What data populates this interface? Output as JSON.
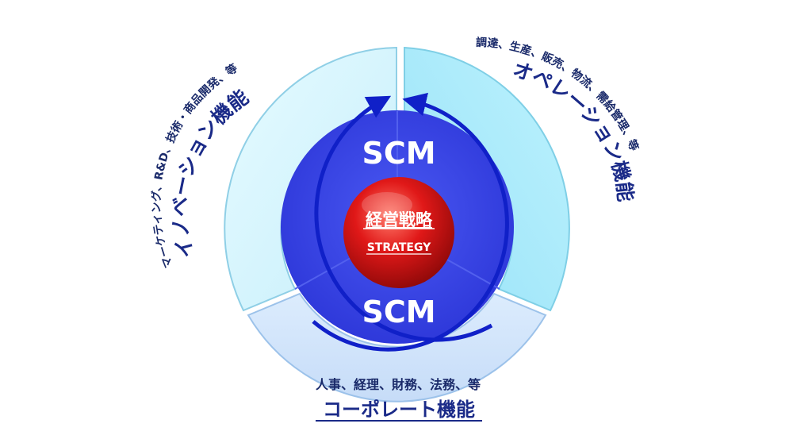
{
  "center": {
    "title": "経営戦略",
    "subtitle": "STRATEGY"
  },
  "inner": {
    "top_label": "SCM",
    "bottom_label": "SCM"
  },
  "segments": {
    "innovation": {
      "title": "イノベーション機能",
      "detail": "マーケティング、R&D、技術・商品開発、等"
    },
    "operation": {
      "title": "オペレーション機能",
      "detail": "調達、生産、販売、物流、需給管理、等"
    },
    "corporate": {
      "title": "コーポレート機能",
      "detail": "人事、経理、財務、法務、等"
    }
  },
  "colors": {
    "arrow": "#1020c8",
    "inner_disc": "#3a48e6",
    "innovation_fill": "#d6f6fd",
    "operation_fill": "#a9ecfb",
    "corporate_fill": "#d2e6fb",
    "title_text": "#1a2a88",
    "detail_text": "#1a2a6a",
    "center_ball": "#d4141a"
  }
}
